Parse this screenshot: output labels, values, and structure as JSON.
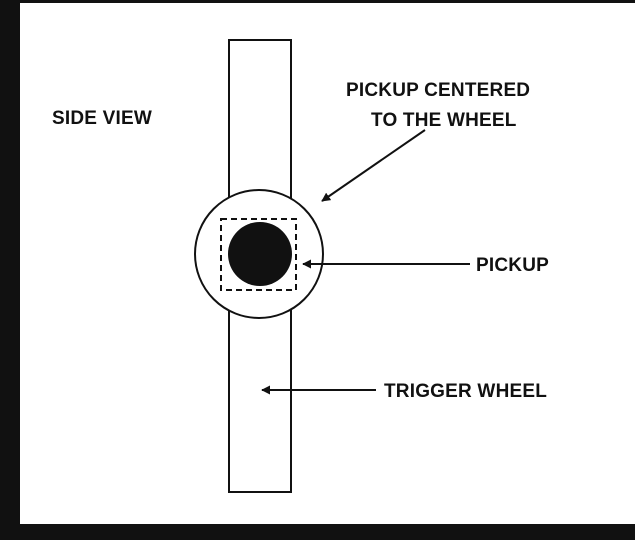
{
  "labels": {
    "side_view": "SIDE VIEW",
    "pickup_centered_line1": "PICKUP CENTERED",
    "pickup_centered_line2": "TO THE WHEEL",
    "pickup": "PICKUP",
    "trigger_wheel": "TRIGGER WHEEL"
  },
  "colors": {
    "ink": "#111111",
    "background": "#ffffff"
  }
}
